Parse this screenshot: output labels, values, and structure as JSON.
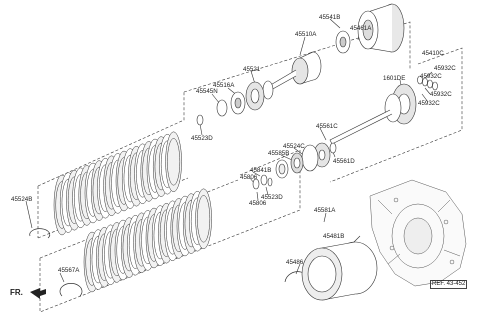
{
  "diagram": {
    "labels": {
      "p45541B": "45541B",
      "p45461A": "45461A",
      "p45510A": "45510A",
      "p45410C": "45410C",
      "p45521": "45521",
      "p45516A": "45516A",
      "p45545N": "45545N",
      "p45523D_top": "45523D",
      "p1601DE": "1601DE",
      "p45932C_1": "45932C",
      "p45932C_2": "45932C",
      "p45932C_3": "45932C",
      "p45932C_4": "45932C",
      "p45524B": "45524B",
      "p45561C": "45561C",
      "p45524C": "45524C",
      "p45585B": "45585B",
      "p45561D": "45561D",
      "p45841B": "45841B",
      "p45806_1": "45806",
      "p45523D_mid": "45523D",
      "p45806_2": "45806",
      "p45581A": "45581A",
      "p45481B": "45481B",
      "p45486": "45486",
      "p45567A": "45567A"
    },
    "direction_label": "FR.",
    "reference_label": "REF. 43-452"
  }
}
